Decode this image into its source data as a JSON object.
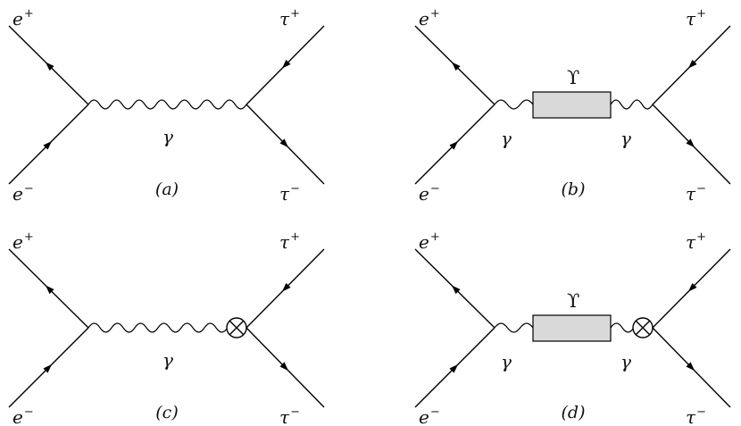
{
  "diagrams": [
    {
      "id": "a",
      "caption": "(a)",
      "box": false,
      "cross": false,
      "labels": {
        "e_plus": "e",
        "e_plus_sup": "+",
        "e_minus": "e",
        "e_minus_sup": "−",
        "tau_plus": "τ",
        "tau_plus_sup": "+",
        "tau_minus": "τ",
        "tau_minus_sup": "−",
        "gamma_left": "γ",
        "gamma_right": "",
        "upsilon": ""
      }
    },
    {
      "id": "b",
      "caption": "(b)",
      "box": true,
      "cross": false,
      "labels": {
        "e_plus": "e",
        "e_plus_sup": "+",
        "e_minus": "e",
        "e_minus_sup": "−",
        "tau_plus": "τ",
        "tau_plus_sup": "+",
        "tau_minus": "τ",
        "tau_minus_sup": "−",
        "gamma_left": "γ",
        "gamma_right": "γ",
        "upsilon": "ϒ"
      }
    },
    {
      "id": "c",
      "caption": "(c)",
      "box": false,
      "cross": true,
      "labels": {
        "e_plus": "e",
        "e_plus_sup": "+",
        "e_minus": "e",
        "e_minus_sup": "−",
        "tau_plus": "τ",
        "tau_plus_sup": "+",
        "tau_minus": "τ",
        "tau_minus_sup": "−",
        "gamma_left": "γ",
        "gamma_right": "",
        "upsilon": ""
      }
    },
    {
      "id": "d",
      "caption": "(d)",
      "box": true,
      "cross": true,
      "labels": {
        "e_plus": "e",
        "e_plus_sup": "+",
        "e_minus": "e",
        "e_minus_sup": "−",
        "tau_plus": "τ",
        "tau_plus_sup": "+",
        "tau_minus": "τ",
        "tau_minus_sup": "−",
        "gamma_left": "γ",
        "gamma_right": "γ",
        "upsilon": "ϒ"
      }
    }
  ]
}
